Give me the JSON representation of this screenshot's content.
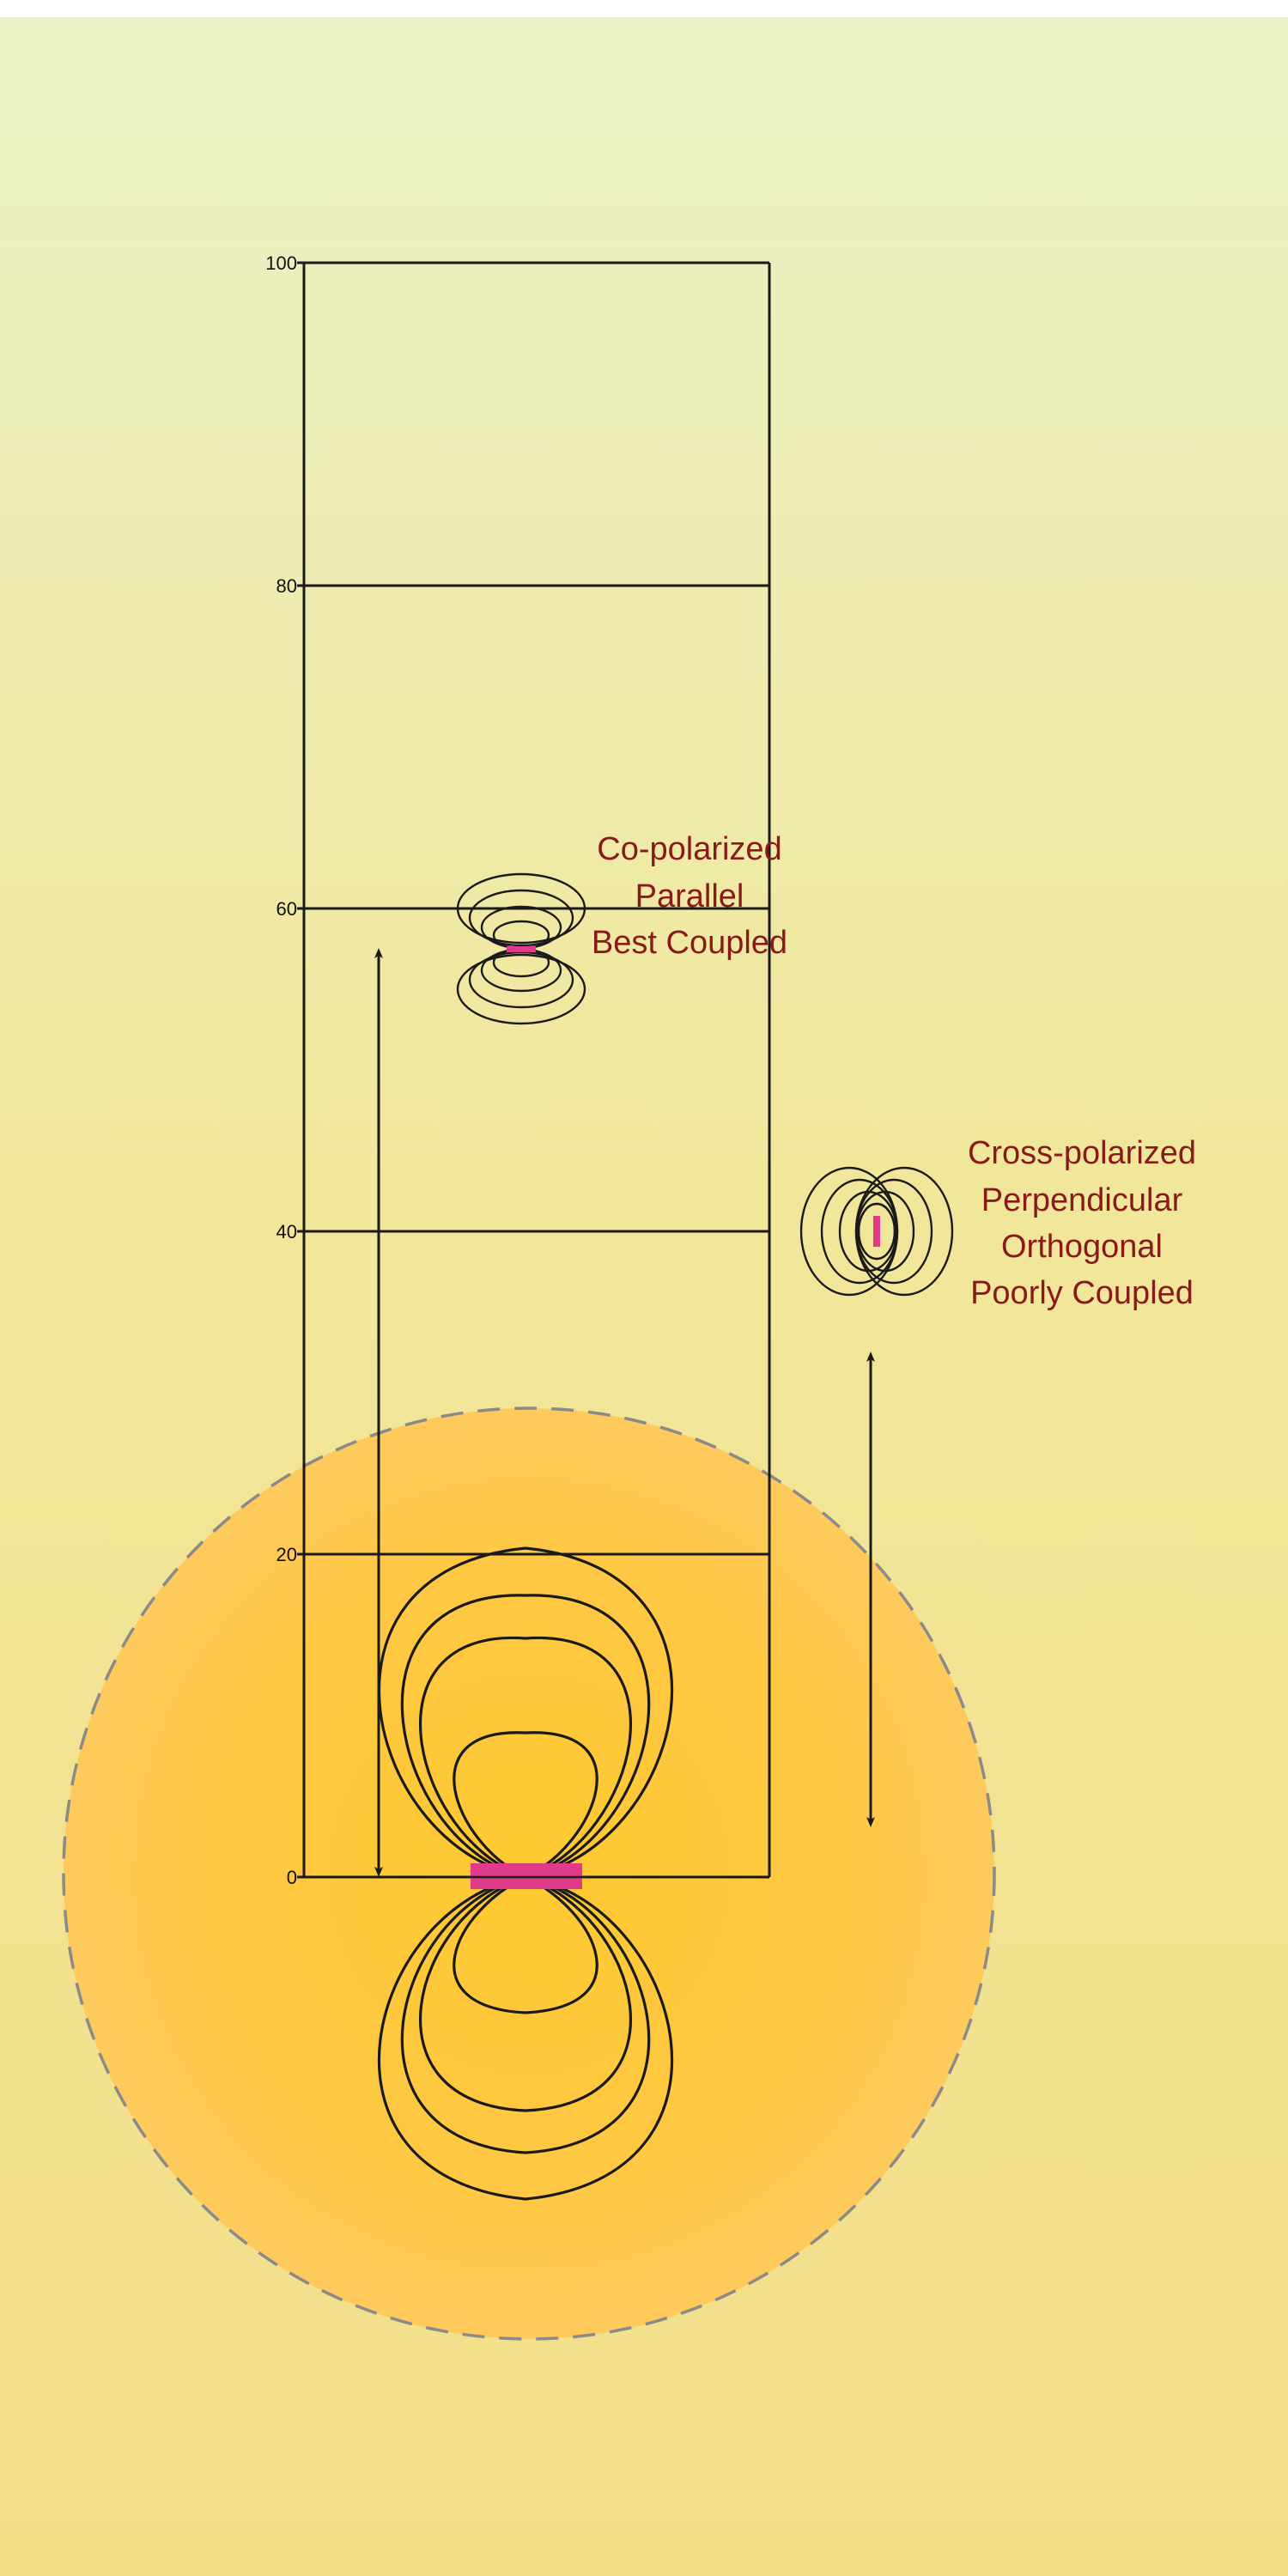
{
  "scale": {
    "ticks": [
      "0",
      "20",
      "40",
      "60",
      "80",
      "100"
    ]
  },
  "labels": {
    "co_polarized": [
      "Co-polarized",
      "Parallel",
      "Best Coupled"
    ],
    "cross_polarized": [
      "Cross-polarized",
      "Perpendicular",
      "Orthogonal",
      "Poorly Coupled"
    ]
  },
  "colors": {
    "background_top": "#eaf1c6",
    "background_bottom": "#f3de88",
    "glow_center": "#ffc930",
    "glow_edge": "#ffc95a",
    "dipole": "#e13a8a",
    "caption_text": "#8a1a1a",
    "dashed_circle": "#8a8a8a",
    "lines": "#1a1a1a"
  }
}
